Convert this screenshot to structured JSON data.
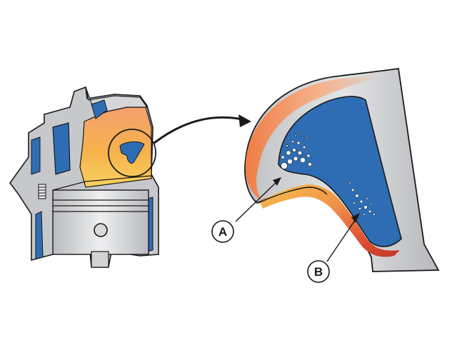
{
  "diagram": {
    "callouts": [
      {
        "id": "A",
        "label": "A"
      },
      {
        "id": "B",
        "label": "B"
      }
    ],
    "colors": {
      "metal": "#c9cbce",
      "metal_light": "#e6e7e9",
      "coolant_blue": "#2e6db4",
      "hot_orange": "#f08a4b",
      "warm_yellow": "#f7c34a",
      "hot_red": "#d9482e",
      "outline": "#1a1a1a"
    }
  }
}
